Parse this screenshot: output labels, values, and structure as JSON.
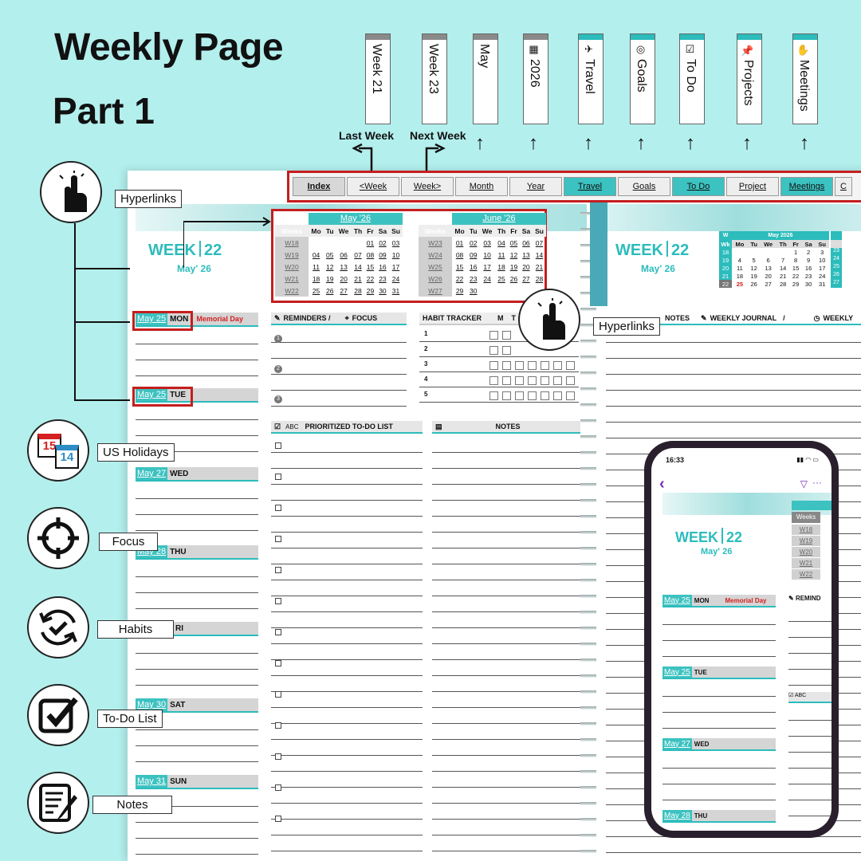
{
  "hero": {
    "title": "Weekly Page",
    "subtitle": "Part 1"
  },
  "top_tabs": [
    {
      "label": "Week 21",
      "icon": ""
    },
    {
      "label": "Week 23",
      "icon": ""
    },
    {
      "label": "May",
      "icon": ""
    },
    {
      "label": "2026",
      "icon": "calendar-icon"
    },
    {
      "label": "Travel",
      "icon": "airplane-icon"
    },
    {
      "label": "Goals",
      "icon": "target-icon"
    },
    {
      "label": "To Do",
      "icon": "checkbox-icon"
    },
    {
      "label": "Projects",
      "icon": "pushpin-icon"
    },
    {
      "label": "Meetings",
      "icon": "hand-icon"
    }
  ],
  "arrows": {
    "last_week": "Last Week",
    "next_week": "Next Week"
  },
  "nav": [
    "Index",
    "<Week",
    "Week>",
    "Month",
    "Year",
    "Travel",
    "Goals",
    "To Do",
    "Project",
    "Meetings",
    "C"
  ],
  "week": {
    "label": "WEEK",
    "number": "22",
    "month": "May' 26"
  },
  "cal_may": {
    "title": "May '26",
    "head": [
      "Weeks",
      "Mo",
      "Tu",
      "We",
      "Th",
      "Fr",
      "Sa",
      "Su"
    ],
    "rows": [
      [
        "W18",
        "",
        "",
        "",
        "",
        "01",
        "02",
        "03"
      ],
      [
        "W19",
        "04",
        "05",
        "06",
        "07",
        "08",
        "09",
        "10"
      ],
      [
        "W20",
        "11",
        "12",
        "13",
        "14",
        "15",
        "16",
        "17"
      ],
      [
        "W21",
        "18",
        "19",
        "20",
        "21",
        "22",
        "23",
        "24"
      ],
      [
        "W22",
        "25",
        "26",
        "27",
        "28",
        "29",
        "30",
        "31"
      ]
    ]
  },
  "cal_june": {
    "title": "June '26",
    "head": [
      "Weeks",
      "Mo",
      "Tu",
      "We",
      "Th",
      "Fr",
      "Sa",
      "Su"
    ],
    "rows": [
      [
        "W23",
        "01",
        "02",
        "03",
        "04",
        "05",
        "06",
        "07"
      ],
      [
        "W24",
        "08",
        "09",
        "10",
        "11",
        "12",
        "13",
        "14"
      ],
      [
        "W25",
        "15",
        "16",
        "17",
        "18",
        "19",
        "20",
        "21"
      ],
      [
        "W26",
        "22",
        "23",
        "24",
        "25",
        "26",
        "27",
        "28"
      ],
      [
        "W27",
        "29",
        "30",
        "",
        "",
        "",
        "",
        ""
      ]
    ]
  },
  "days": [
    {
      "date": "May 25",
      "day": "MON",
      "holiday": "Memorial Day"
    },
    {
      "date": "May 25",
      "day": "TUE",
      "holiday": ""
    },
    {
      "date": "May 27",
      "day": "WED",
      "holiday": ""
    },
    {
      "date": "May 28",
      "day": "THU",
      "holiday": ""
    },
    {
      "date": "",
      "day": "RI",
      "holiday": ""
    },
    {
      "date": "May 30",
      "day": "SAT",
      "holiday": ""
    },
    {
      "date": "May 31",
      "day": "SUN",
      "holiday": ""
    }
  ],
  "sections": {
    "reminders": "REMINDERS /",
    "focus": "FOCUS",
    "habit": "HABIT TRACKER",
    "habit_days": [
      "M",
      "T"
    ],
    "todo": "PRIORITIZED TO-DO LIST",
    "todo_abc": "ABC",
    "notes": "NOTES",
    "notes_right": "NOTES",
    "journal": "WEEKLY JOURNAL",
    "journal_slash": "/",
    "weekly": "WEEKLY"
  },
  "habit_numbers": [
    "1",
    "2",
    "3",
    "4",
    "5"
  ],
  "reminder_numbers": [
    "1",
    "2",
    "3"
  ],
  "mini_cal": {
    "title": "May 2026",
    "w": "W",
    "head": [
      "Wk",
      "Mo",
      "Tu",
      "We",
      "Th",
      "Fr",
      "Sa",
      "Su"
    ],
    "rows": [
      [
        "18",
        "",
        "",
        "",
        "",
        "1",
        "2",
        "3"
      ],
      [
        "19",
        "4",
        "5",
        "6",
        "7",
        "8",
        "9",
        "10"
      ],
      [
        "20",
        "11",
        "12",
        "13",
        "14",
        "15",
        "16",
        "17"
      ],
      [
        "21",
        "18",
        "19",
        "20",
        "21",
        "22",
        "23",
        "24"
      ],
      [
        "22",
        "25",
        "26",
        "27",
        "28",
        "29",
        "30",
        "31"
      ]
    ],
    "next_rows": [
      "23",
      "24",
      "25",
      "26",
      "27"
    ]
  },
  "callouts": {
    "hyperlinks": "Hyperlinks",
    "hyperlinks2": "Hyperlinks",
    "holidays": "US Holidays",
    "holiday_icon_a": "15",
    "holiday_icon_b": "14",
    "focus": "Focus",
    "habits": "Habits",
    "todo": "To-Do List",
    "notes": "Notes"
  },
  "phone": {
    "time": "16:33",
    "week_label": "WEEK",
    "week_number": "22",
    "month": "May' 26",
    "weeks_header": "Weeks",
    "week_list": [
      "W18",
      "W19",
      "W20",
      "W21",
      "W22"
    ],
    "days": [
      {
        "date": "May 25",
        "day": "MON",
        "holiday": "Memorial Day"
      },
      {
        "date": "May 25",
        "day": "TUE",
        "holiday": ""
      },
      {
        "date": "May 27",
        "day": "WED",
        "holiday": ""
      },
      {
        "date": "May 28",
        "day": "THU",
        "holiday": ""
      }
    ],
    "remind": "REMIND",
    "abc": "ABC"
  },
  "colors": {
    "background": "#b3efed",
    "accent": "#2cbcbc",
    "highlight": "#c41e1e"
  }
}
